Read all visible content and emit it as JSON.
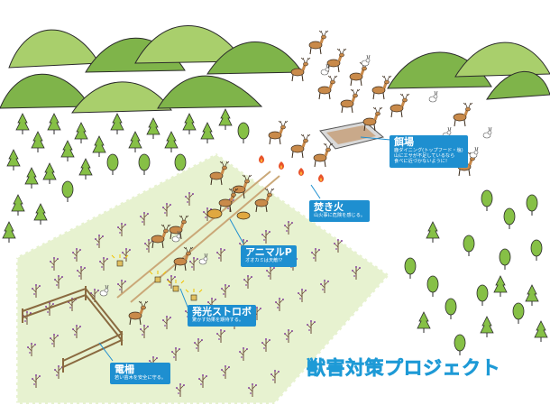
{
  "title": "獣害対策プロジェクト",
  "callouts": {
    "feeding": {
      "label": "餌場",
      "desc1": "鹿ダイニング(トップフード・塩)",
      "desc2": "山にエサが不足しているなら",
      "desc3": "食べに近づかないように!"
    },
    "bonfire": {
      "label": "焚き火",
      "desc": "山火事に危険を感じる。"
    },
    "animal_p": {
      "label": "アニマルP",
      "desc": "オオカミは天敵!?"
    },
    "strobe": {
      "label": "発光ストロボ",
      "desc": "驚かす効果を期待する。"
    },
    "fence": {
      "label": "電柵",
      "desc": "若い苗木を安全に守る。"
    }
  },
  "colors": {
    "mountain_light": "#a9cf6c",
    "mountain_dark": "#7fb44a",
    "tree": "#86c046",
    "field": "#e7f2d0",
    "callout": "#1e8fd0",
    "deer": "#c98a4a",
    "title": "#1e9ad6"
  },
  "icons": [
    "mountain-icon",
    "tree-icon",
    "deer-icon",
    "rabbit-icon",
    "bonfire-icon",
    "strobe-light-icon",
    "sapling-icon",
    "fence-icon",
    "feeding-tray-icon"
  ]
}
